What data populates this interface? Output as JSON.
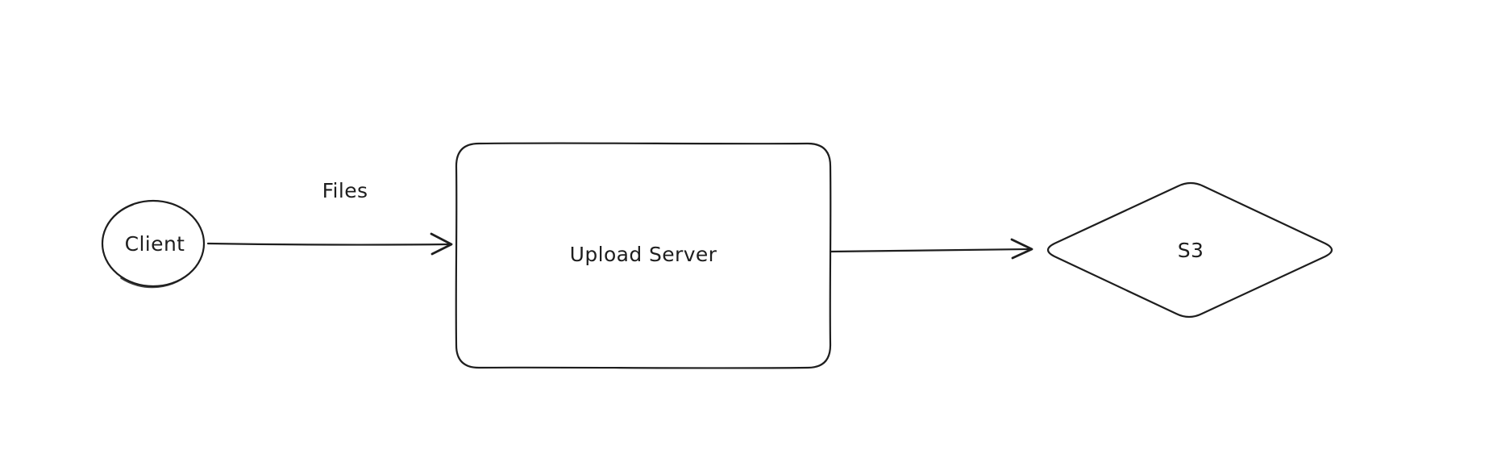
{
  "canvas": {
    "background_color": "#ffffff",
    "stroke_color": "#1e1e1e",
    "text_color": "#1e1e1e",
    "style": "hand-drawn-sketch"
  },
  "diagram": {
    "nodes": [
      {
        "id": "client",
        "shape": "ellipse",
        "label": "Client"
      },
      {
        "id": "upload-server",
        "shape": "rectangle",
        "label": "Upload Server"
      },
      {
        "id": "s3",
        "shape": "diamond",
        "label": "S3"
      }
    ],
    "edges": [
      {
        "id": "client-to-upload-server",
        "from": "client",
        "to": "upload-server",
        "label": "Files",
        "arrowhead": "arrow"
      },
      {
        "id": "upload-server-to-s3",
        "from": "upload-server",
        "to": "s3",
        "arrowhead": "arrow"
      }
    ]
  }
}
